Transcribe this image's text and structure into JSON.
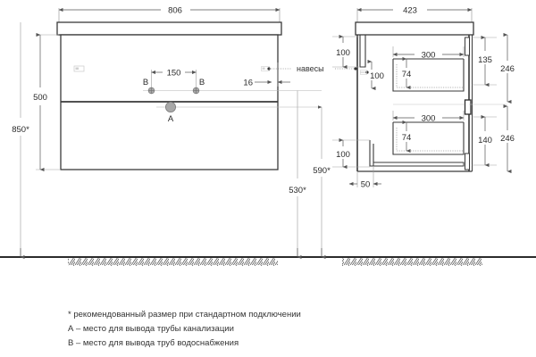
{
  "drawing": {
    "title": "Bathroom vanity cabinet technical drawing",
    "units": "mm",
    "line_color": "#333333",
    "dim_color": "#555555",
    "fixture_color": "#9a9a9a",
    "front_view": {
      "name": "front-view",
      "dimensions": {
        "overall_width": "806",
        "body_height": "500",
        "floor_height": "850*",
        "tap_spacing": "150",
        "right_offset": "16",
        "drain_center_height": "590*",
        "water_center_height": "530*"
      },
      "markers": [
        {
          "id": "B",
          "label": "B",
          "meaning": "water supply outlet"
        },
        {
          "id": "B2",
          "label": "B",
          "meaning": "water supply outlet"
        },
        {
          "id": "A",
          "label": "A",
          "meaning": "sewer pipe outlet"
        }
      ],
      "leader_label": "навесы"
    },
    "side_view": {
      "name": "side-view",
      "dimensions": {
        "overall_depth": "423",
        "top_gap": "100",
        "mount_gap": "100",
        "bottom_gap": "100",
        "plinth_offset": "50",
        "drawer_upper_width": "300",
        "drawer_upper_inner": "74",
        "drawer_lower_width": "300",
        "drawer_lower_inner": "74",
        "upper_front_height": "135",
        "lower_front_height": "140",
        "upper_section_height": "246",
        "lower_section_height": "246"
      }
    }
  },
  "notes": {
    "lines": [
      "* рекомендованный размер при стандартном подключении",
      "А – место для вывода трубы канализации",
      "В – место для вывода труб водоснабжения"
    ]
  }
}
